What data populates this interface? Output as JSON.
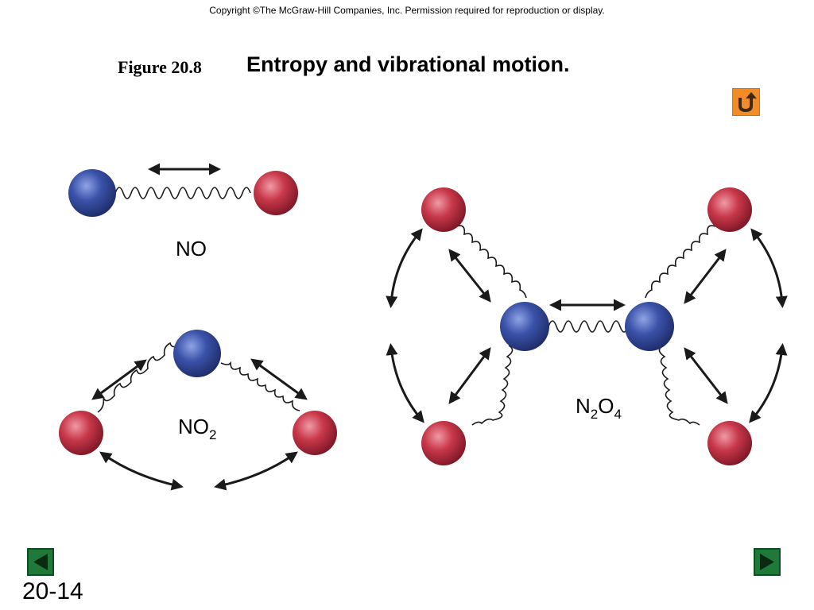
{
  "header": {
    "copyright": "Copyright ©The McGraw-Hill Companies, Inc.  Permission required for reproduction or display.",
    "figure_label": "Figure 20.8",
    "figure_title": "Entropy and vibrational motion."
  },
  "molecules": {
    "no": {
      "label": "NO"
    },
    "no2": {
      "base": "NO",
      "sub": "2"
    },
    "n2o4": {
      "n": "N",
      "n_sub": "2",
      "o": "O",
      "o_sub": "4"
    }
  },
  "footer": {
    "slide_number": "20-14"
  },
  "icons": {
    "return": "return-arrow-icon",
    "prev": "previous-slide-icon",
    "next": "next-slide-icon"
  },
  "colors": {
    "nitrogen": "#3a52a8",
    "oxygen": "#c8384a",
    "nav_green": "#1f7a3a",
    "return_orange": "#f28c28"
  }
}
